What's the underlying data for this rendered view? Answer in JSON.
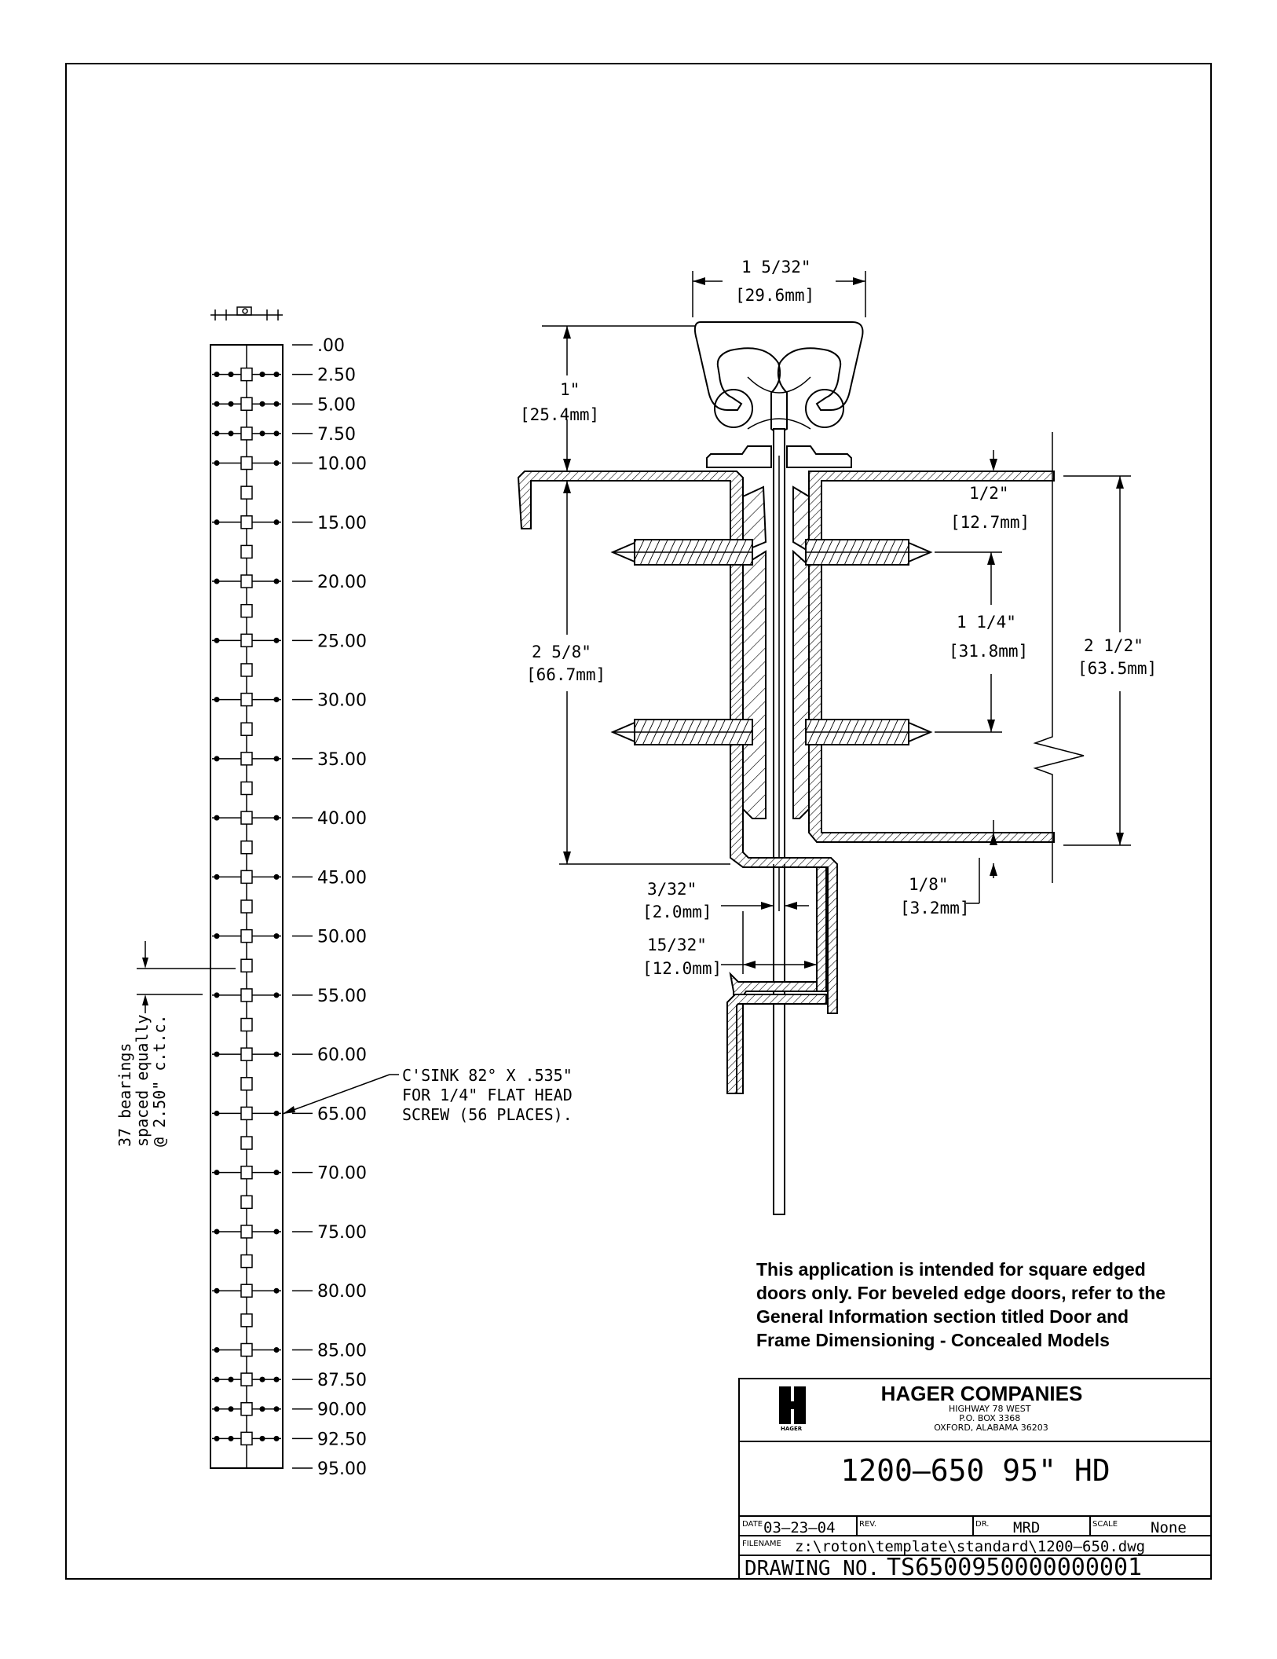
{
  "strip": {
    "stations": [
      ".00",
      "2.50",
      "5.00",
      "7.50",
      "10.00",
      "15.00",
      "20.00",
      "25.00",
      "30.00",
      "35.00",
      "40.00",
      "45.00",
      "50.00",
      "55.00",
      "60.00",
      "65.00",
      "70.00",
      "75.00",
      "80.00",
      "85.00",
      "87.50",
      "90.00",
      "92.50",
      "95.00"
    ],
    "bearing_note": [
      "37 bearings",
      "spaced equally",
      "@ 2.50\" c.t.c."
    ],
    "csink_note": [
      "C'SINK 82° X .535\"",
      "FOR 1/4\" FLAT HEAD",
      "SCREW (56 PLACES)."
    ]
  },
  "dimensions": {
    "top_width": [
      "1 5/32\"",
      "[29.6mm]"
    ],
    "leaf_height": [
      "1\"",
      "[25.4mm]"
    ],
    "frame_depth": [
      "2 5/8\"",
      "[66.7mm]"
    ],
    "setback": [
      "1/2\"",
      "[12.7mm]"
    ],
    "screw_spacing": [
      "1 1/4\"",
      "[31.8mm]"
    ],
    "door_thickness": [
      "2 1/2\"",
      "[63.5mm]"
    ],
    "gap": [
      "3/32\"",
      "[2.0mm]"
    ],
    "reveal": [
      "1/8\"",
      "[3.2mm]"
    ],
    "offset": [
      "15/32\"",
      "[12.0mm]"
    ]
  },
  "application_note": [
    "This application is intended for square edged",
    "doors only.  For beveled edge doors, refer to the",
    "General Information section titled Door and",
    "Frame Dimensioning - Concealed Models"
  ],
  "title_block": {
    "logo_text": "HAGER",
    "company": "HAGER COMPANIES",
    "address": [
      "HIGHWAY 78 WEST",
      "P.O. BOX 3368",
      "OXFORD, ALABAMA 36203"
    ],
    "part": "1200–650 95\" HD",
    "date_label": "DATE",
    "date": "03–23–04",
    "rev_label": "REV.",
    "rev": "",
    "dr_label": "DR.",
    "dr": "MRD",
    "scale_label": "SCALE",
    "scale": "None",
    "filename_label": "FILENAME",
    "filename": "z:\\roton\\template\\standard\\1200–650.dwg",
    "drawing_no_label": "DRAWING NO.",
    "drawing_no": "TS6500950000000001"
  }
}
